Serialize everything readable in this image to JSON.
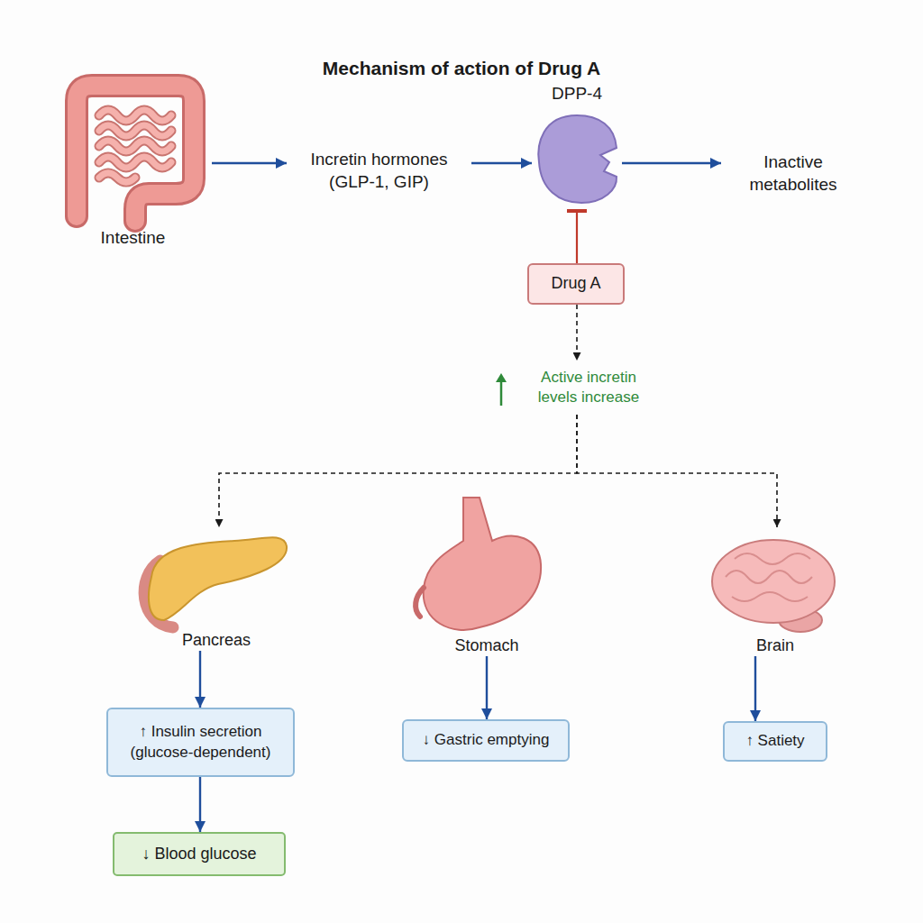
{
  "diagram": {
    "title": "Mechanism of action of Drug A",
    "nodes": [
      {
        "text": [
          "Intestine"
        ]
      },
      {
        "text": [
          "Incretin hormones (GLP-1, GIP)"
        ]
      },
      {
        "text": [
          "DPP-4"
        ]
      },
      {
        "text": [
          "Inactive metabolites"
        ]
      },
      {
        "text": [
          "Drug A"
        ]
      },
      {
        "text": [
          "Active incretin levels increase"
        ]
      },
      {
        "text": [
          "Pancreas"
        ]
      },
      {
        "text": [
          "Stomach"
        ]
      },
      {
        "text": [
          "Brain"
        ]
      },
      {
        "text": [
          "↑ Insulin secretion (glucose-dependent)"
        ]
      },
      {
        "text": [
          "↓ Gastric emptying"
        ]
      },
      {
        "text": [
          "↑ Satiety"
        ]
      },
      {
        "text": [
          "↓ Blood glucose"
        ]
      }
    ],
    "edges": [
      {
        "from": 0,
        "to": 1,
        "arrow": "to"
      },
      {
        "from": 1,
        "to": 2,
        "arrow": "to"
      },
      {
        "from": 2,
        "to": 3,
        "arrow": "to"
      },
      {
        "from": 4,
        "to": 2,
        "arrow": "to"
      },
      {
        "from": 4,
        "to": 5,
        "arrow": "to"
      },
      {
        "from": 5,
        "to": 6,
        "arrow": "to"
      },
      {
        "from": 5,
        "to": 8,
        "arrow": "to"
      },
      {
        "from": 6,
        "to": 9,
        "arrow": "to"
      },
      {
        "from": 7,
        "to": 10,
        "arrow": "to"
      },
      {
        "from": 8,
        "to": 11,
        "arrow": "to"
      },
      {
        "from": 9,
        "to": 12,
        "arrow": "to"
      }
    ]
  }
}
